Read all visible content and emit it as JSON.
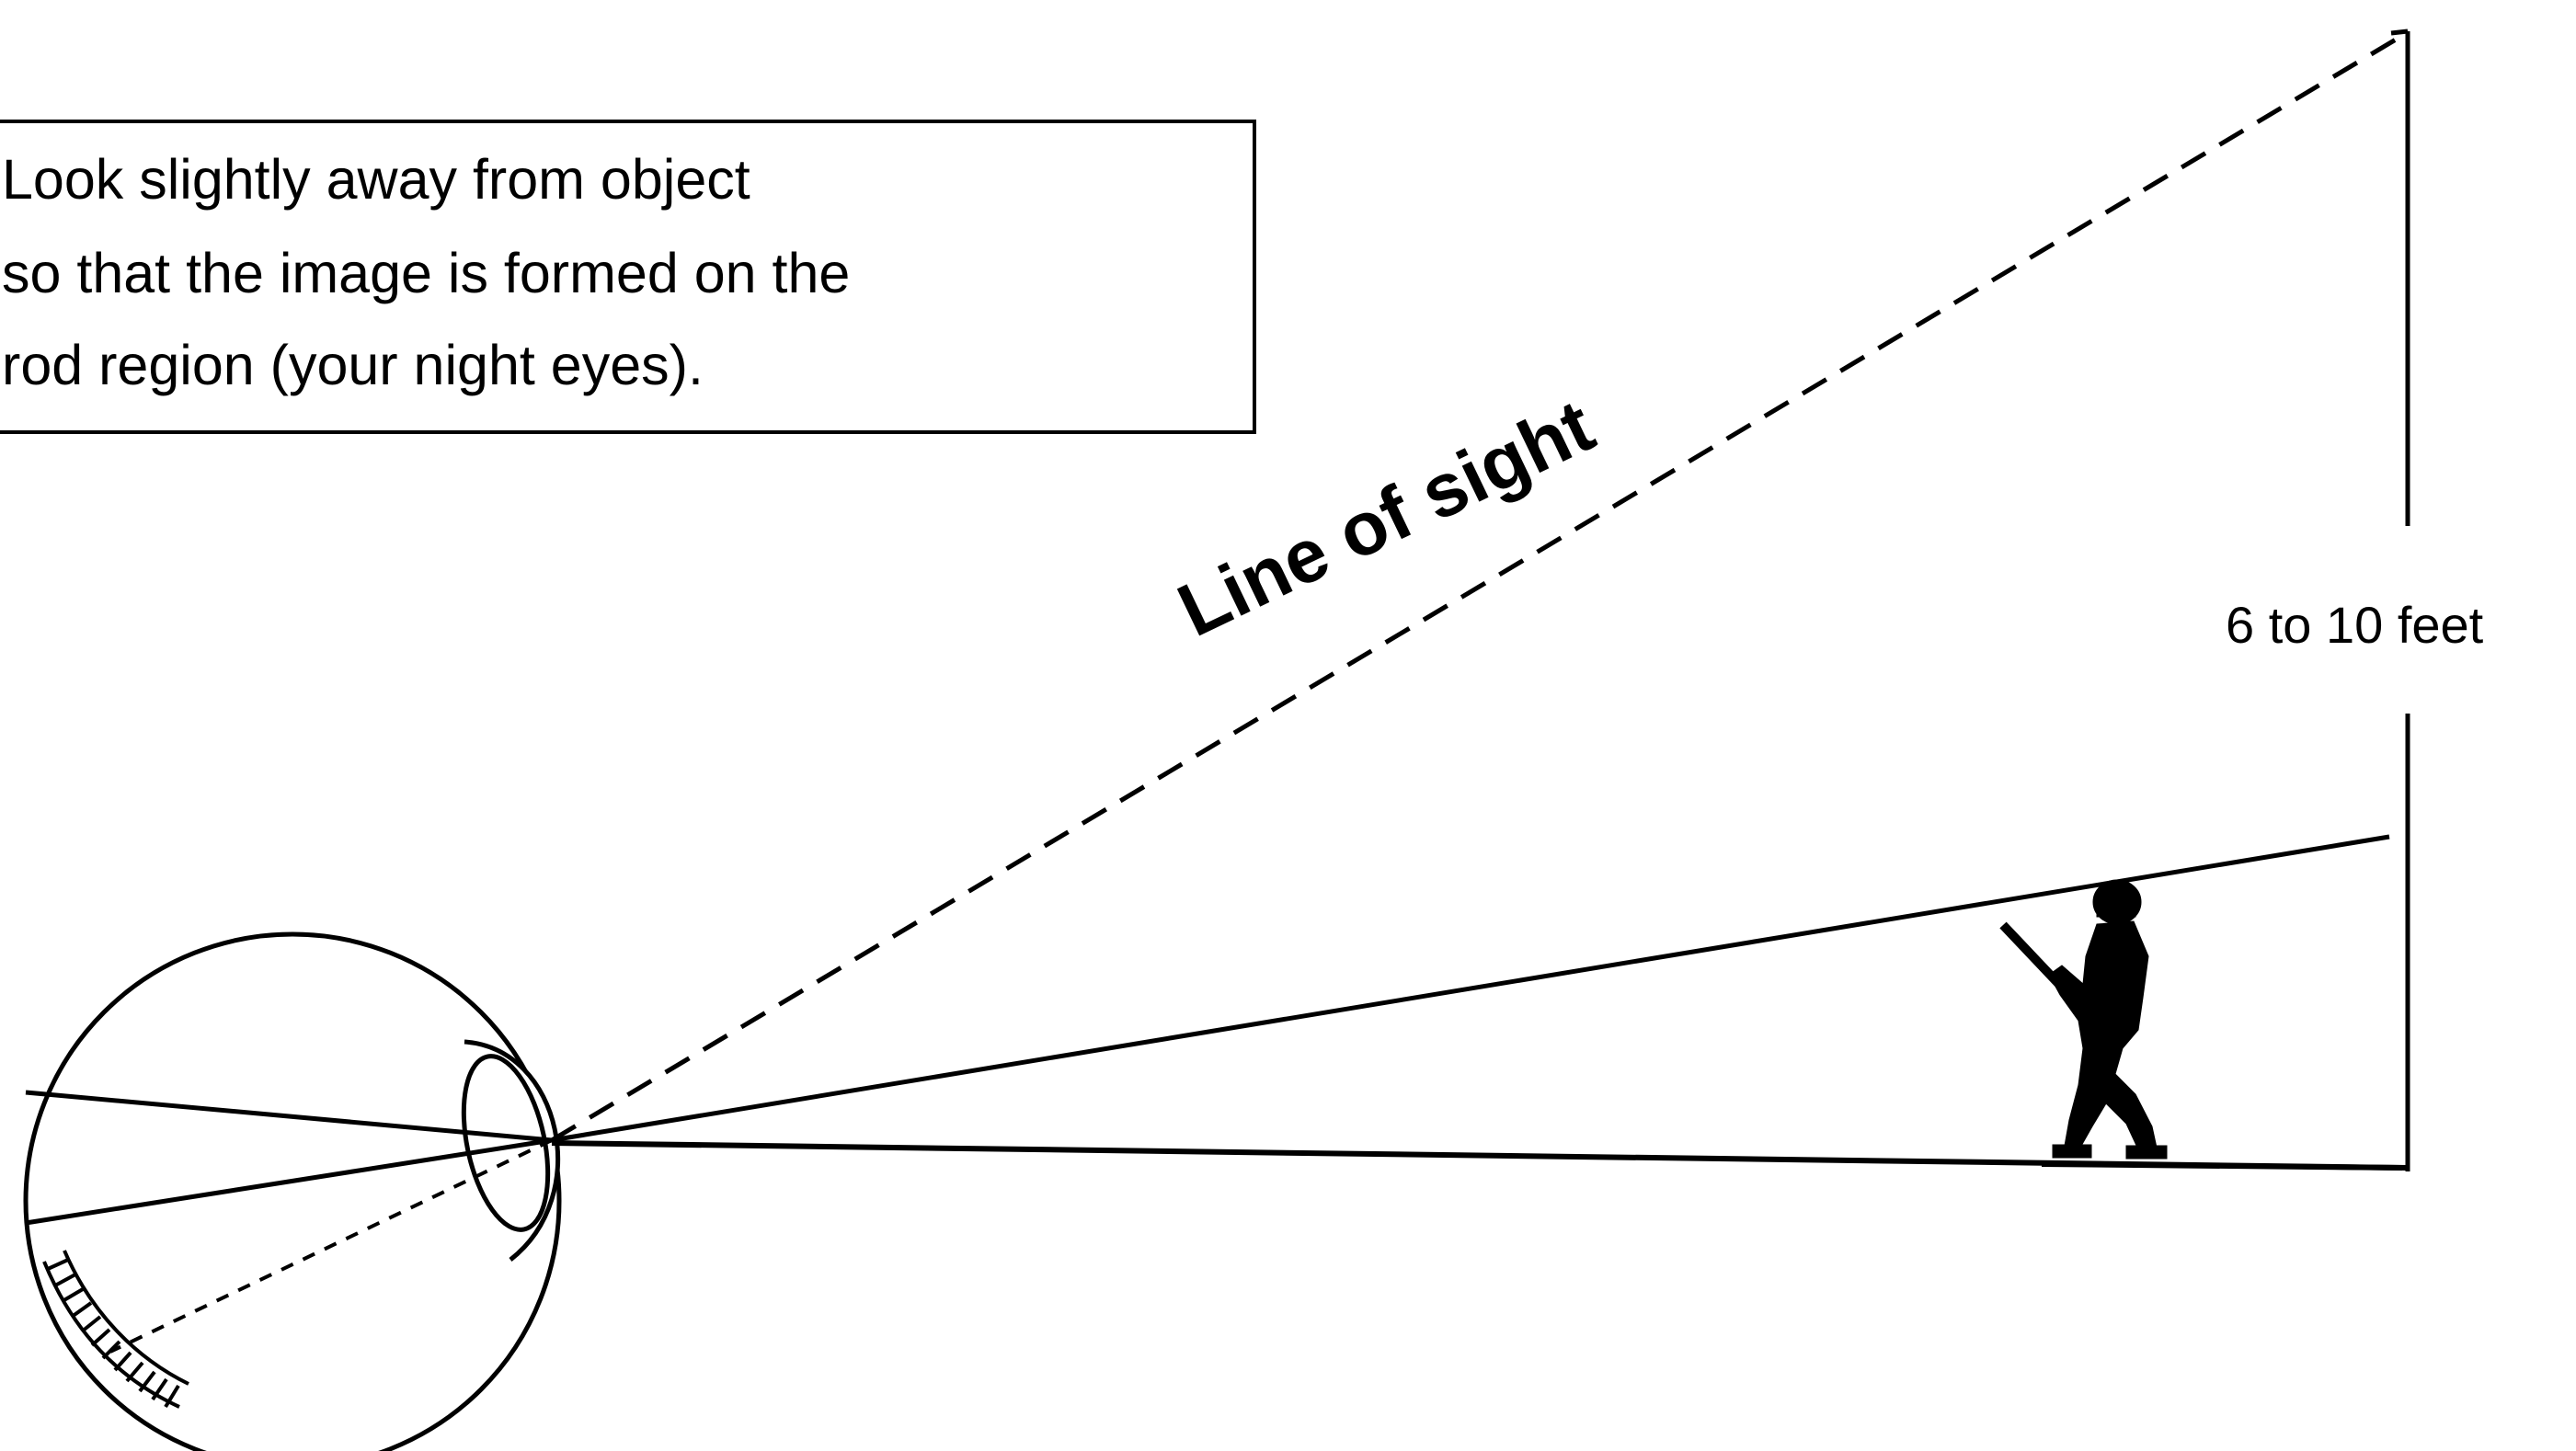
{
  "note": {
    "lines": [
      "Look slightly away from object",
      "so that the image is formed on the",
      "rod region (your night eyes)."
    ]
  },
  "line_of_sight_label": "Line of sight",
  "height_label": "6 to 10 feet",
  "colors": {
    "ink": "#000000",
    "background": "#ffffff"
  }
}
